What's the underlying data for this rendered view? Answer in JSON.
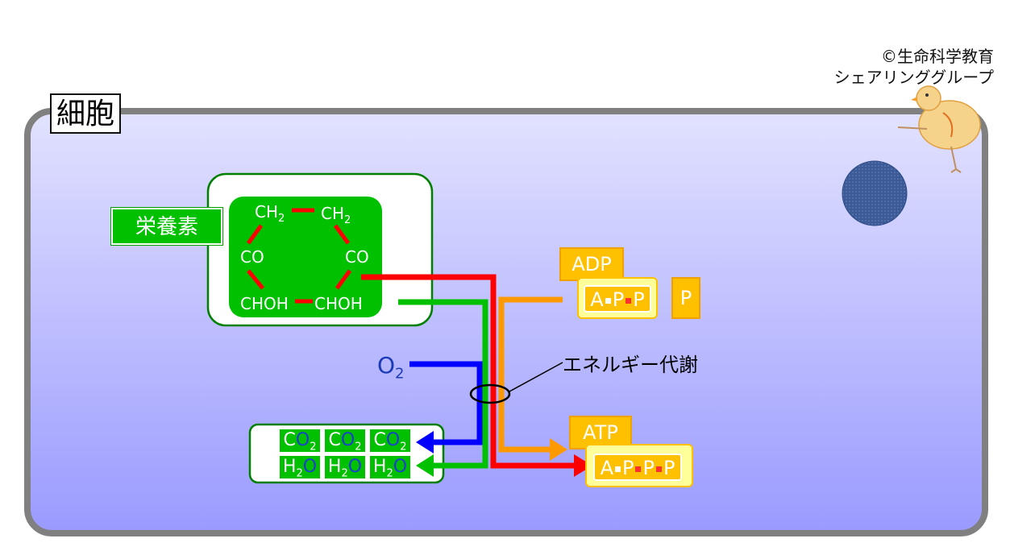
{
  "copyright": {
    "line1": "©生命科学教育",
    "line2": "シェアリンググループ"
  },
  "cell_label": "細胞",
  "nutrient_label": "栄養素",
  "molecule": {
    "top_left": "CH",
    "top_right": "CH",
    "sub2": "2",
    "mid_left": "CO",
    "mid_right": "CO",
    "bottom_left": "CHOH",
    "bottom_right": "CHOH"
  },
  "adp": {
    "label": "ADP",
    "a": "A",
    "p1": "P",
    "p2": "P"
  },
  "phosphate": "P",
  "atp": {
    "label": "ATP",
    "a": "A",
    "p1": "P",
    "p2": "P",
    "p3": "P"
  },
  "o2": {
    "o": "O",
    "sub": "2"
  },
  "energy_label": "エネルギー代謝",
  "products": {
    "co2": {
      "c": "C",
      "o": "O",
      "sub": "2"
    },
    "h2o": {
      "h": "H",
      "sub": "2",
      "o": "O"
    }
  },
  "colors": {
    "cell_gradient_top": "#e2e2ff",
    "cell_gradient_bottom": "#9a9aff",
    "cell_border": "#808080",
    "green": "#00c000",
    "red": "#ff0000",
    "orange": "#ff9900",
    "blue": "#0000ff",
    "gold": "#ffc000",
    "nucleus": "#3c5a96"
  }
}
